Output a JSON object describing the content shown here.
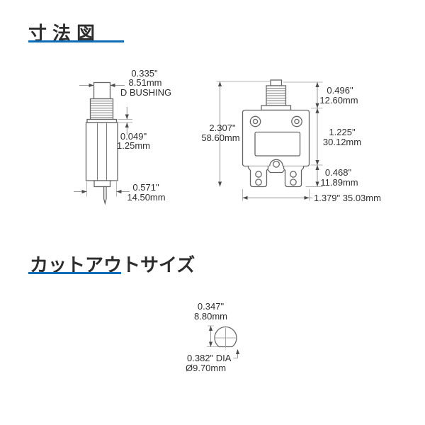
{
  "titles": {
    "dimension_section": "寸法図",
    "cutout_section": "カットアウトサイズ"
  },
  "colors": {
    "accent_blue": "#0d6cb8",
    "object_line_gray": "#666666",
    "dimension_line_gray": "#9d9d9d",
    "text": "#2e2e2e"
  },
  "side_view": {
    "bushing_width_in": "0.335\"",
    "bushing_width_mm": "8.51mm",
    "bushing_label": "D BUSHING",
    "collar_height_in": "0.049\"",
    "collar_height_mm": "1.25mm",
    "body_width_in": "0.571\"",
    "body_width_mm": "14.50mm"
  },
  "front_view": {
    "total_height_in": "2.307\"",
    "total_height_mm": "58.60mm",
    "top_height_in": "0.496\"",
    "top_height_mm": "12.60mm",
    "body_height_in": "1.225\"",
    "body_height_mm": "30.12mm",
    "terminal_height_in": "0.468\"",
    "terminal_height_mm": "11.89mm",
    "width_label": "1.379\" 35.03mm"
  },
  "cutout_view": {
    "flat_height_in": "0.347\"",
    "flat_height_mm": "8.80mm",
    "diameter_in": "0.382\" DIA",
    "diameter_mm": "Ø9.70mm"
  }
}
